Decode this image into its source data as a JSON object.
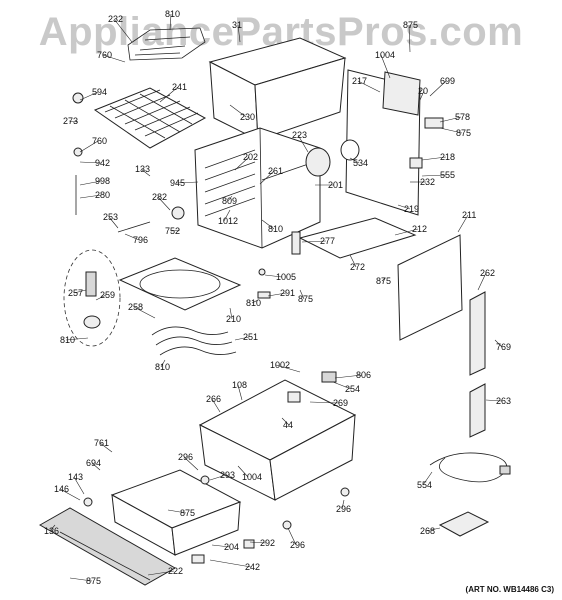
{
  "watermark": "AppliancePartsPros.com",
  "art_number": "(ART NO. WB14486 C3)",
  "callouts": [
    "232",
    "810",
    "31",
    "875",
    "1004",
    "760",
    "241",
    "699",
    "594",
    "217",
    "20",
    "578",
    "230",
    "273",
    "875",
    "760",
    "223",
    "218",
    "942",
    "202",
    "534",
    "555",
    "133",
    "261",
    "998",
    "945",
    "201",
    "232",
    "280",
    "809",
    "219",
    "282",
    "1012",
    "810",
    "211",
    "253",
    "212",
    "752",
    "796",
    "277",
    "272",
    "262",
    "1005",
    "875",
    "257",
    "259",
    "291",
    "875",
    "810",
    "258",
    "210",
    "769",
    "810",
    "251",
    "810",
    "1002",
    "806",
    "254",
    "108",
    "263",
    "266",
    "269",
    "44",
    "761",
    "694",
    "296",
    "293",
    "1004",
    "143",
    "554",
    "146",
    "875",
    "296",
    "268",
    "136",
    "204",
    "292",
    "296",
    "242",
    "222",
    "875"
  ]
}
